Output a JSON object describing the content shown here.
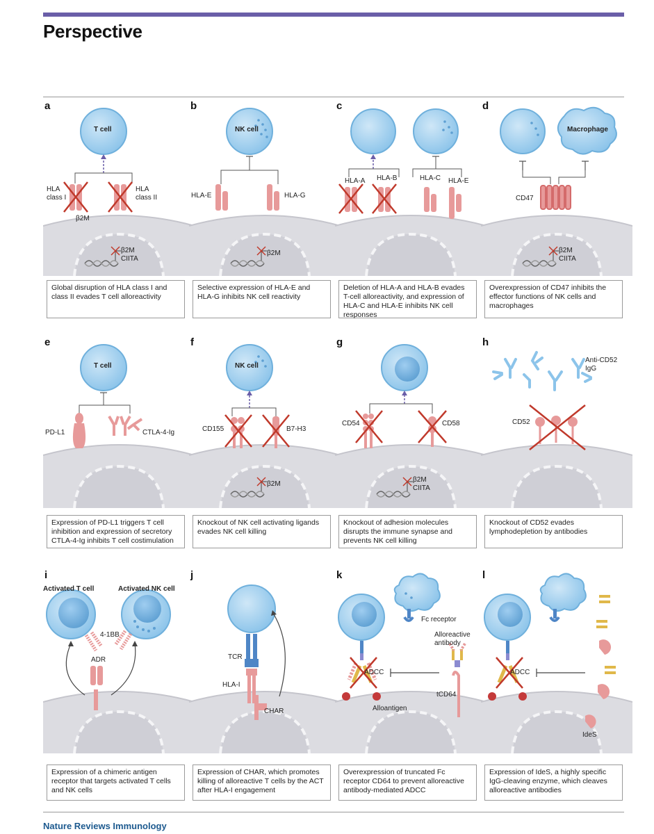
{
  "header": {
    "section": "Perspective"
  },
  "footer": {
    "journal": "Nature Reviews Immunology"
  },
  "panels": [
    {
      "id": "a",
      "caption": "Global disruption of HLA class I and class II evades T cell alloreactivity",
      "labels": {
        "cell": "T cell",
        "hla1a": "HLA",
        "hla1b": "class I",
        "hla2a": "HLA",
        "hla2b": "class II",
        "b2m": "β2M",
        "gene1": "β2M",
        "gene2": "CIITA"
      }
    },
    {
      "id": "b",
      "caption": "Selective expression of HLA-E and HLA-G inhibits NK cell reactivity",
      "labels": {
        "cell": "NK cell",
        "left": "HLA-E",
        "right": "HLA-G",
        "gene1": "β2M"
      }
    },
    {
      "id": "c",
      "caption": "Deletion of HLA-A and HLA-B evades T-cell alloreactivity, and expression of HLA-C and HLA-E inhibits NK cell responses",
      "labels": {
        "a": "HLA-A",
        "b": "HLA-B",
        "c": "HLA-C",
        "e": "HLA-E"
      }
    },
    {
      "id": "d",
      "caption": "Overexpression of CD47 inhibits the effector functions of NK cells and macrophages",
      "labels": {
        "cell": "Macrophage",
        "cd47": "CD47",
        "gene1": "β2M",
        "gene2": "CIITA"
      }
    },
    {
      "id": "e",
      "caption": "Expression of PD-L1 triggers T cell inhibition and expression of secretory CTLA-4-Ig inhibits T cell costimulation",
      "labels": {
        "cell": "T cell",
        "left": "PD-L1",
        "right": "CTLA-4-Ig"
      }
    },
    {
      "id": "f",
      "caption": "Knockout of NK cell activating ligands evades NK cell killing",
      "labels": {
        "cell": "NK cell",
        "left": "CD155",
        "right": "B7-H3",
        "gene1": "β2M"
      }
    },
    {
      "id": "g",
      "caption": "Knockout of adhesion molecules disrupts the immune synapse and prevents NK cell killing",
      "labels": {
        "left": "CD54",
        "right": "CD58",
        "gene1": "β2M",
        "gene2": "CIITA"
      }
    },
    {
      "id": "h",
      "caption": "Knockout of CD52 evades lymphodepletion by antibodies",
      "labels": {
        "ab1": "Anti-CD52",
        "ab2": "IgG",
        "cd52": "CD52"
      }
    },
    {
      "id": "i",
      "caption": "Expression of a chimeric antigen receptor that targets activated T cells and NK cells",
      "labels": {
        "tcell": "Activated T cell",
        "nkcell": "Activated NK cell",
        "r41bb": "4-1BB",
        "adr": "ADR"
      }
    },
    {
      "id": "j",
      "caption": "Expression of CHAR, which promotes killing of alloreactive T cells by the ACT after HLA-I engagement",
      "labels": {
        "tcr": "TCR",
        "hla": "HLA-I",
        "char": "CHAR"
      }
    },
    {
      "id": "k",
      "caption": "Overexpression of truncated Fc receptor CD64 to prevent alloreactive antibody-mediated ADCC",
      "labels": {
        "fc": "Fc receptor",
        "allo1": "Alloreactive",
        "allo2": "antibody",
        "adcc": "ADCC",
        "tcd64": "tCD64",
        "alloantigen": "Alloantigen"
      }
    },
    {
      "id": "l",
      "caption": "Expression of IdeS, a highly specific IgG-cleaving enzyme, which cleaves alloreactive antibodies",
      "labels": {
        "adcc": "ADCC",
        "ides": "IdeS"
      }
    }
  ],
  "colors": {
    "accent": "#6a5ea8",
    "cellBlue": "#8cc4ea",
    "receptorPink": "#e79a9a",
    "crossRed": "#c0392b",
    "bodyGray": "#dcdce1"
  }
}
